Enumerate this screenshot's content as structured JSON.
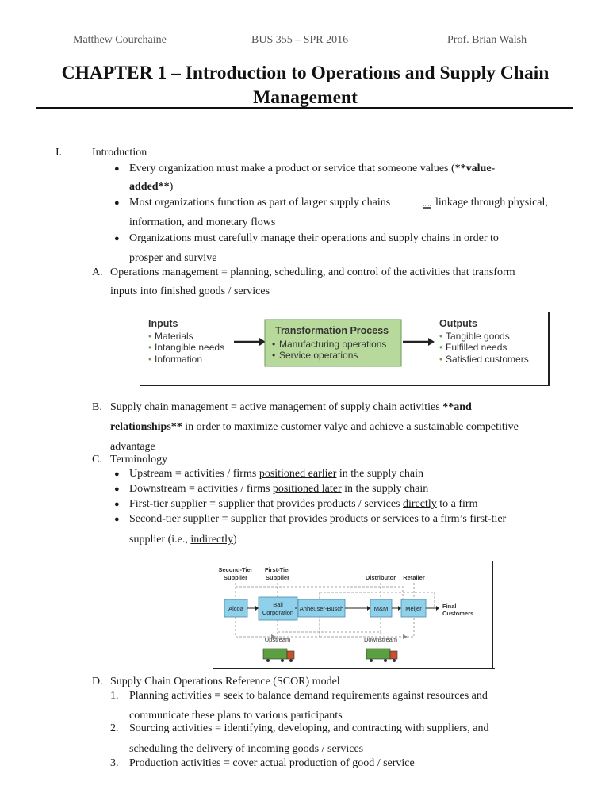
{
  "header": {
    "author": "Matthew Courchaine",
    "course": "BUS 355 – SPR 2016",
    "professor": "Prof. Brian Walsh"
  },
  "title": {
    "line1": "CHAPTER 1 – Introduction to Operations and Supply Chain",
    "line2": "Management"
  },
  "section_i": {
    "numeral": "I.",
    "heading": "Introduction",
    "bullet1_a": "Every organization must make a product or service that someone values (",
    "bullet1_b": "**value-",
    "bullet1_c": "added**",
    "bullet1_d": ")",
    "bullet2_a": "Most organizations function as part of larger supply chains",
    "bullet2_b": "linkage through physical,",
    "bullet2_c": "information, and monetary flows",
    "bullet3_a": "Organizations must carefully manage their operations and supply chains in order to",
    "bullet3_b": "prosper and survive"
  },
  "item_a": {
    "label": "A.",
    "line1": "Operations management = planning, scheduling, and control of the activities that transform",
    "line2": "inputs into finished goods / services"
  },
  "figure1": {
    "inputs_title": "Inputs",
    "inputs": [
      "Materials",
      "Intangible needs",
      "Information"
    ],
    "process_title": "Transformation Process",
    "process_items": [
      "Manufacturing operations",
      "Service operations"
    ],
    "outputs_title": "Outputs",
    "outputs": [
      "Tangible goods",
      "Fulfilled needs",
      "Satisfied customers"
    ],
    "colors": {
      "process_fill": "#b7d99c",
      "process_border": "#6a9a50",
      "text": "#333333",
      "bullet": "#6a9a50"
    }
  },
  "item_b": {
    "label": "B.",
    "line1_a": "Supply chain management = active management of supply chain activities ",
    "line1_b": "**and",
    "line2_a": "relationships**",
    "line2_b": " in order to maximize customer valye and achieve a sustainable competitive",
    "line3": "advantage"
  },
  "item_c": {
    "label": "C.",
    "heading": "Terminology",
    "b1_a": "Upstream = activities / firms ",
    "b1_u": "positioned earlier",
    "b1_c": " in the supply chain",
    "b2_a": "Downstream = activities / firms ",
    "b2_u": "positioned later",
    "b2_c": " in the supply chain",
    "b3_a": "First-tier supplier = supplier that provides products / services ",
    "b3_u": "directly",
    "b3_c": " to a firm",
    "b4_line1": "Second-tier supplier = supplier that provides products or services to a firm’s first-tier",
    "b4_a": "supplier (i.e., ",
    "b4_u": "indirectly",
    "b4_c": ")"
  },
  "figure2": {
    "label_second_tier_1": "Second-Tier",
    "label_second_tier_2": "Supplier",
    "label_first_tier_1": "First-Tier",
    "label_first_tier_2": "Supplier",
    "label_distributor": "Distributor",
    "label_retailer": "Retailer",
    "box_alcoa": "Alcoa",
    "box_ball_1": "Ball",
    "box_ball_2": "Corporation",
    "box_anheuser": "Anheuser-Busch",
    "box_mm": "M&M",
    "box_meijer": "Meijer",
    "final_1": "Final",
    "final_2": "Customers",
    "upstream": "Upstream",
    "downstream": "Downstream",
    "colors": {
      "box_fill": "#8fd0ea",
      "box_border": "#4a8aaa",
      "truck_green": "#5aa040",
      "truck_cab": "#c8502a"
    }
  },
  "item_d": {
    "label": "D.",
    "heading": "Supply Chain Operations Reference (SCOR) model",
    "n1_label": "1.",
    "n1_line1": "Planning activities = seek to balance demand requirements against resources and",
    "n1_line2": "communicate these plans to various participants",
    "n2_label": "2.",
    "n2_line1": "Sourcing activities = identifying, developing, and contracting with suppliers, and",
    "n2_line2": "scheduling the delivery of incoming goods / services",
    "n3_label": "3.",
    "n3_line1": "Production activities = cover actual production of good / service"
  }
}
